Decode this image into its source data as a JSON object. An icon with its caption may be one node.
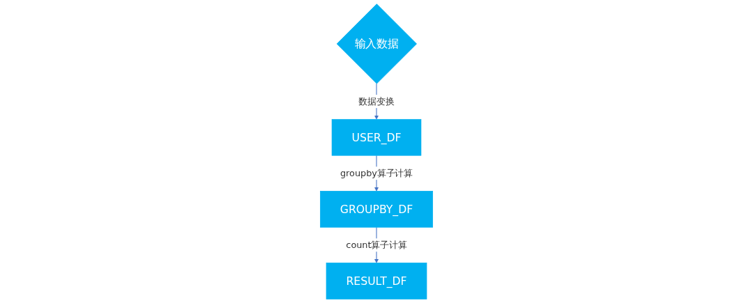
{
  "diagram": {
    "nodes": [
      {
        "text": [
          "输入数据"
        ]
      },
      {
        "text": [
          "USER_DF"
        ]
      },
      {
        "text": [
          "GROUPBY_DF"
        ]
      },
      {
        "text": [
          "RESULT_DF"
        ]
      }
    ],
    "edges": [
      {
        "from": 0,
        "to": 1,
        "arrow": "to",
        "label": "数据变换"
      },
      {
        "from": 1,
        "to": 2,
        "arrow": "to",
        "label": "groupby算子计算"
      },
      {
        "from": 2,
        "to": 3,
        "arrow": "to",
        "label": "count算子计算"
      }
    ]
  }
}
